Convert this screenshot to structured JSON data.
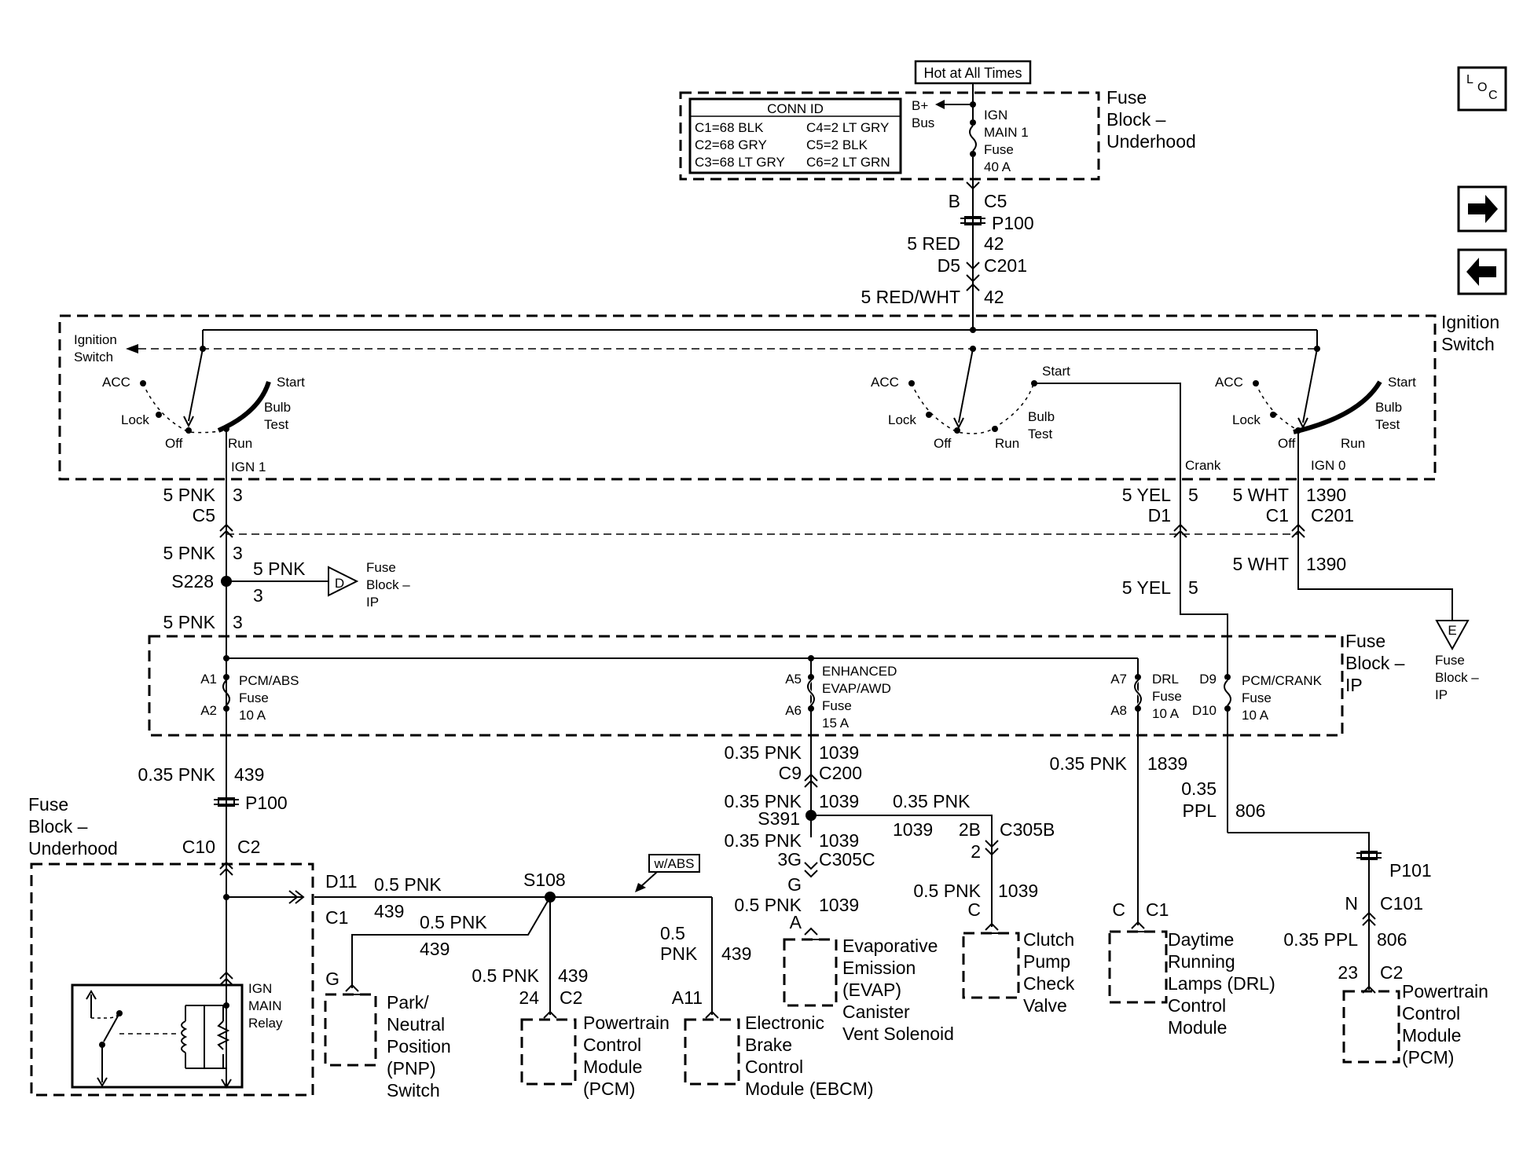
{
  "hot_at_all_times": "Hot at All Times",
  "conn_id": {
    "title": "CONN ID",
    "left": [
      "C1=68 BLK",
      "C2=68 GRY",
      "C3=68 LT GRY"
    ],
    "right": [
      "C4=2 LT GRY",
      "C5=2 BLK",
      "C6=2 LT GRN"
    ]
  },
  "bplus_bus": [
    "B+",
    "Bus"
  ],
  "ign_main1_fuse": [
    "IGN",
    "MAIN 1",
    "Fuse",
    "40 A"
  ],
  "fuse_block_underhood": [
    "Fuse",
    "Block –",
    "Underhood"
  ],
  "fuse_block_ip": [
    "Fuse",
    "Block –",
    "IP"
  ],
  "ignition_switch": [
    "Ignition",
    "Switch"
  ],
  "ignition_switch_arrow": [
    "Ignition",
    "Switch"
  ],
  "loc_icon": "LOC",
  "nav": {
    "next_icon": "right-arrow-icon",
    "prev_icon": "left-arrow-icon"
  },
  "top_feed": {
    "pin_b": "B",
    "c5": "C5",
    "p100": "P100",
    "wire1": "5 RED",
    "circuit1": "42",
    "d5": "D5",
    "c201": "C201",
    "wire2": "5 RED/WHT",
    "circuit2": "42"
  },
  "switch_positions": {
    "acc": "ACC",
    "lock": "Lock",
    "off": "Off",
    "run": "Run",
    "start": "Start",
    "bulb": "Bulb",
    "test": "Test",
    "ign1": "IGN 1",
    "crank": "Crank",
    "ign0": "IGN 0"
  },
  "left_branch": {
    "w1": "5 PNK",
    "c1": "3",
    "c5": "C5",
    "w2": "5 PNK",
    "c2": "3",
    "s228": "S228",
    "w3": "5 PNK",
    "c3": "3",
    "conn_d": "D",
    "w4": "5 PNK",
    "c4": "3"
  },
  "mid_right": {
    "yel": "5 YEL",
    "yel_c": "5",
    "d1": "D1",
    "wht": "5 WHT",
    "wht_c": "1390",
    "c1": "C1",
    "c201": "C201",
    "wht2": "5 WHT",
    "wht2_c": "1390",
    "yel2": "5 YEL",
    "yel2_c": "5",
    "conn_e": "E"
  },
  "fuses": {
    "pcm_abs": {
      "a1": "A1",
      "a2": "A2",
      "name": [
        "PCM/ABS",
        "Fuse",
        "10 A"
      ]
    },
    "evap": {
      "a5": "A5",
      "a6": "A6",
      "name": [
        "ENHANCED",
        "EVAP/AWD",
        "Fuse",
        "15 A"
      ]
    },
    "drl": {
      "a7": "A7",
      "a8": "A8",
      "name": [
        "DRL",
        "Fuse",
        "10 A"
      ]
    },
    "pcm_crank": {
      "d9": "D9",
      "d10": "D10",
      "name": [
        "PCM/CRANK",
        "Fuse",
        "10 A"
      ]
    }
  },
  "lower_left": {
    "wire": "0.35 PNK",
    "circ": "439",
    "p100": "P100",
    "c10": "C10",
    "c2": "C2",
    "d11": "D11",
    "c1": "C1",
    "w1": "0.5 PNK",
    "cc1": "439",
    "s108": "S108",
    "w_abs": "w/ABS",
    "w2": "0.5 PNK",
    "cc2": "439",
    "w3": "0.5 PNK",
    "cc3": "439",
    "w4a": "0.5",
    "w4b": "PNK",
    "cc4": "439",
    "g": "G",
    "p24": "24",
    "pc2": "C2",
    "a11": "A11",
    "relay": [
      "IGN",
      "MAIN",
      "Relay"
    ]
  },
  "evap_circuit": {
    "w1": "0.35 PNK",
    "c1": "1039",
    "c9": "C9",
    "c200": "C200",
    "w2": "0.35 PNK",
    "c2": "1039",
    "s391": "S391",
    "w3": "0.35 PNK",
    "c3": "1039",
    "p3g": "3G",
    "c305c": "C305C",
    "g": "G",
    "w4": "0.5 PNK",
    "c4": "1039",
    "a": "A",
    "w5": "0.35 PNK",
    "c5": "1039",
    "p2b": "2B",
    "c305b": "C305B",
    "p2": "2",
    "w6": "0.5 PNK",
    "c6": "1039",
    "c": "C"
  },
  "drl_circuit": {
    "w": "0.35 PNK",
    "c": "1839",
    "pin_c": "C",
    "c1": "C1"
  },
  "pcm_crank_circuit": {
    "w_a": "0.35",
    "w_b": "PPL",
    "c": "806",
    "p101": "P101",
    "n": "N",
    "c101": "C101",
    "w2": "0.35 PPL",
    "c2": "806",
    "p23": "23",
    "pc2": "C2"
  },
  "components": {
    "pnp": [
      "Park/",
      "Neutral",
      "Position",
      "(PNP)",
      "Switch"
    ],
    "pcm1": [
      "Powertrain",
      "Control",
      "Module",
      "(PCM)"
    ],
    "ebcm": [
      "Electronic",
      "Brake",
      "Control",
      "Module (EBCM)"
    ],
    "evap": [
      "Evaporative",
      "Emission",
      "(EVAP)",
      "Canister",
      "Vent Solenoid"
    ],
    "clutch": [
      "Clutch",
      "Pump",
      "Check",
      "Valve"
    ],
    "drl": [
      "Daytime",
      "Running",
      "Lamps (DRL)",
      "Control",
      "Module"
    ],
    "pcm2": [
      "Powertrain",
      "Control",
      "Module",
      "(PCM)"
    ]
  }
}
